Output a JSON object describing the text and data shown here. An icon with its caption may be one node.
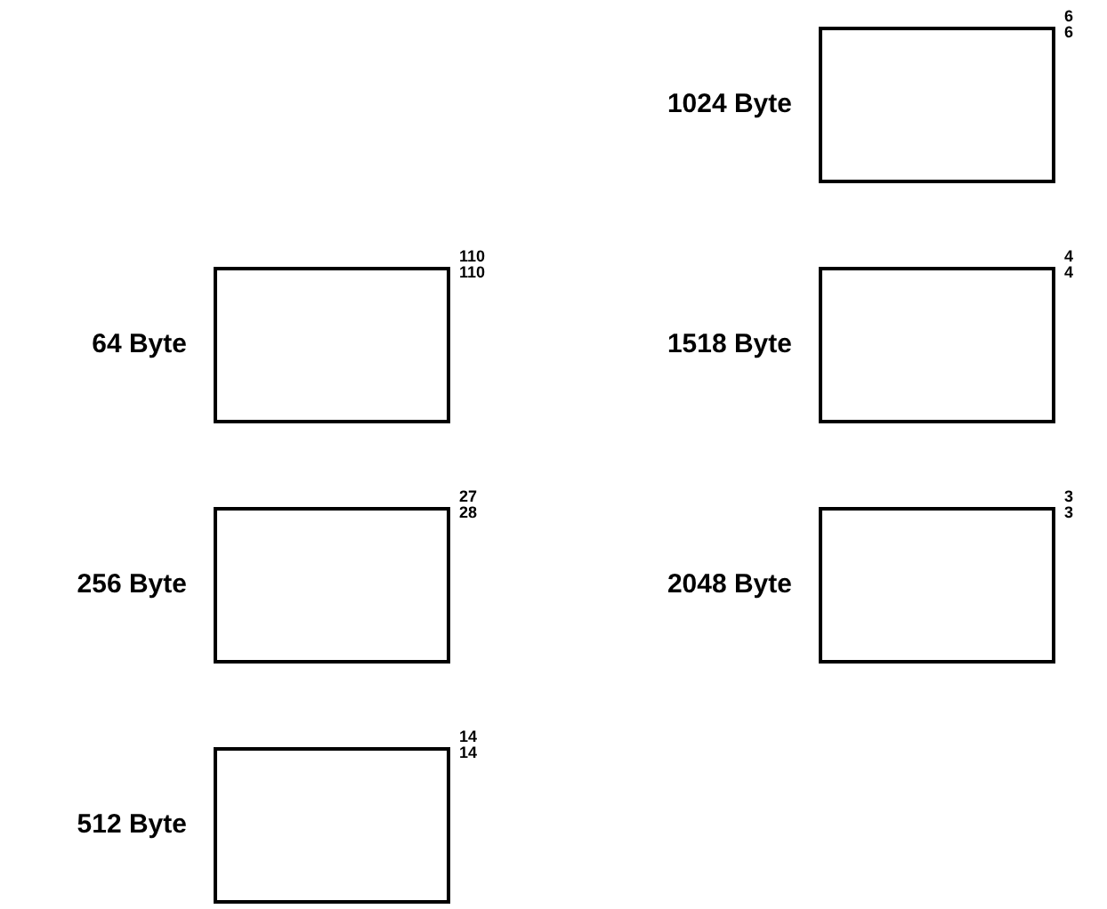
{
  "diagram": {
    "nodes": [
      {
        "text": [],
        "shape": "box",
        "beside": [
          "1024 Byte",
          "6",
          "6"
        ]
      },
      {
        "text": [],
        "shape": "box",
        "beside": [
          "64 Byte",
          "110",
          "110"
        ]
      },
      {
        "text": [],
        "shape": "box",
        "beside": [
          "1518 Byte",
          "4",
          "4"
        ]
      },
      {
        "text": [],
        "shape": "box",
        "beside": [
          "256 Byte",
          "27",
          "28"
        ]
      },
      {
        "text": [],
        "shape": "box",
        "beside": [
          "2048 Byte",
          "3",
          "3"
        ]
      },
      {
        "text": [],
        "shape": "box",
        "beside": [
          "512 Byte",
          "14",
          "14"
        ]
      }
    ],
    "edges": []
  }
}
